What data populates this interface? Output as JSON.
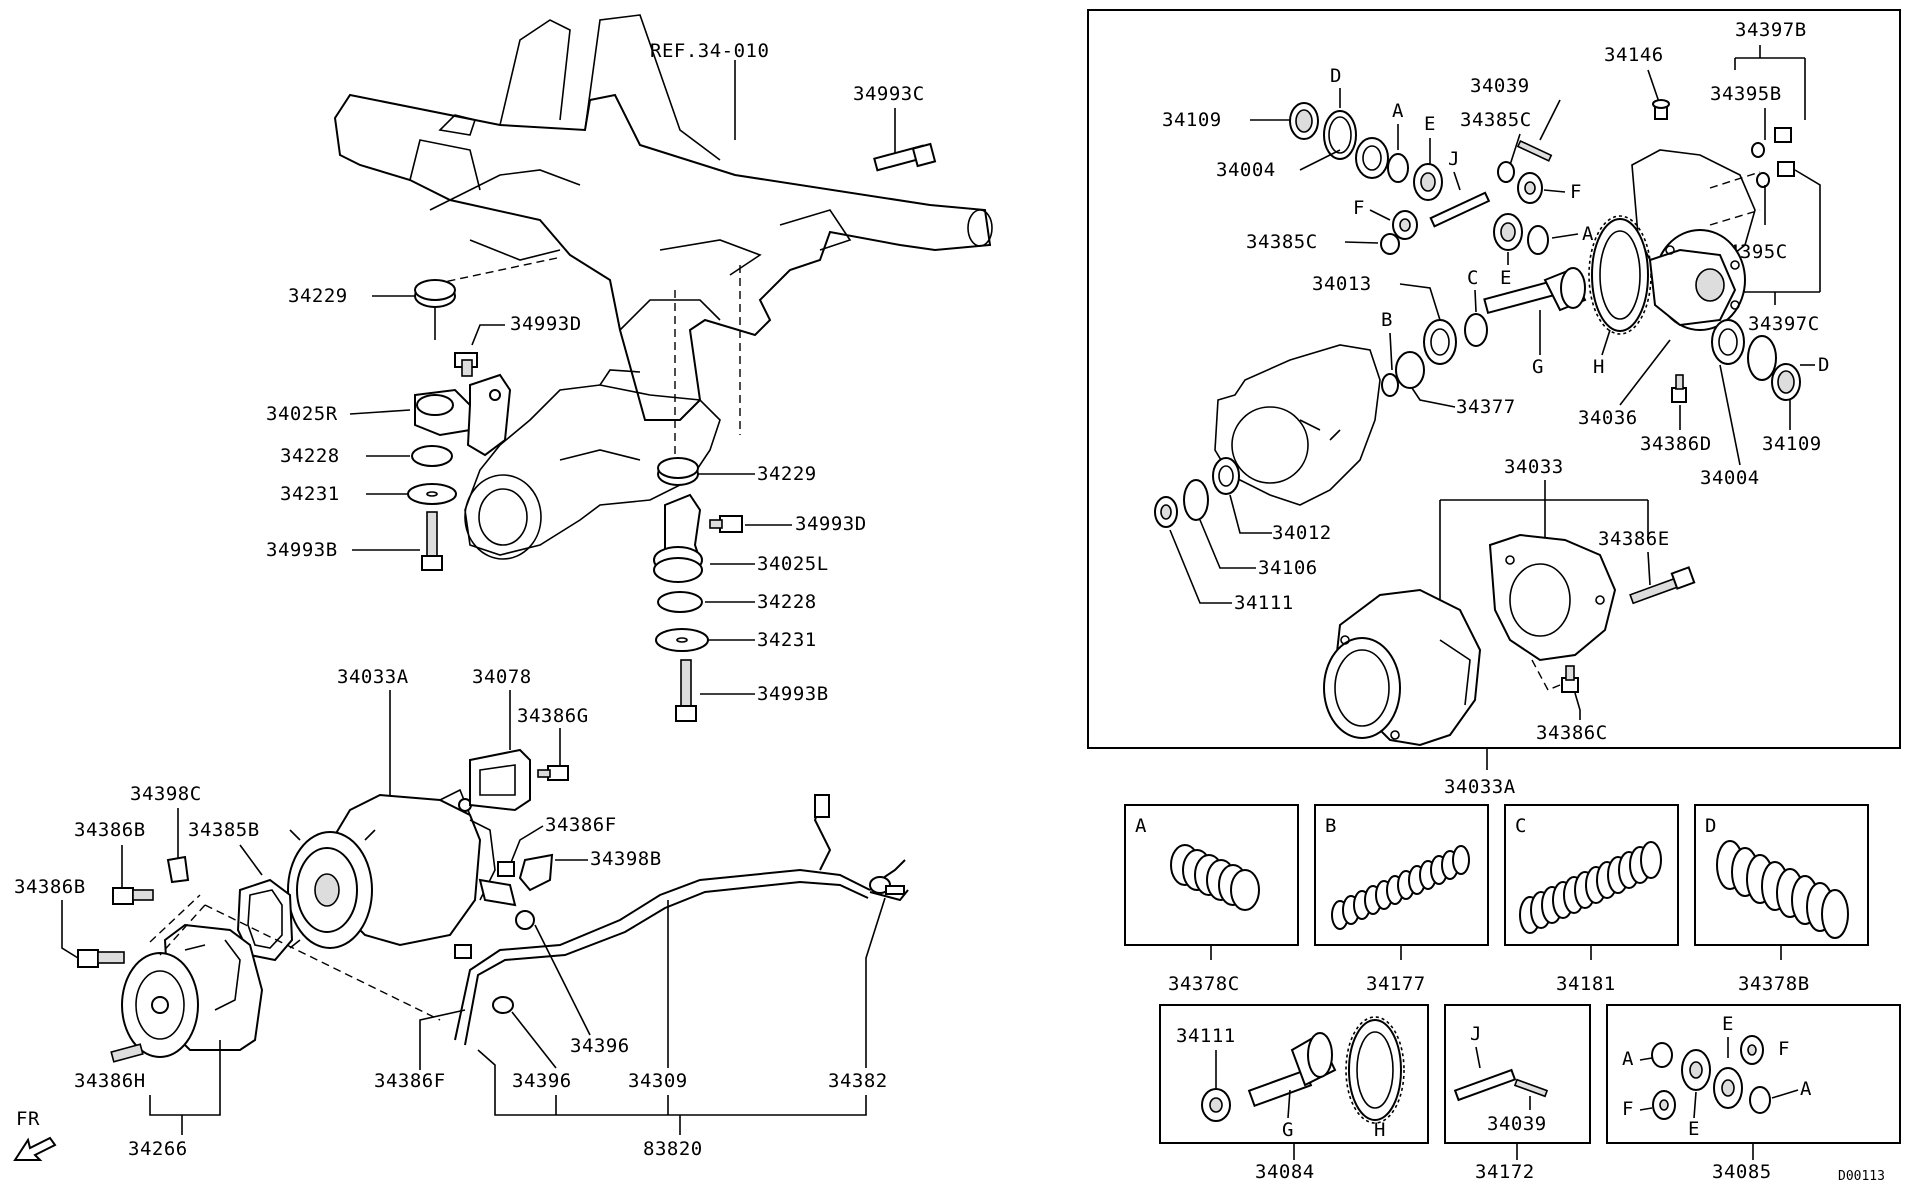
{
  "diagram_id": "D00113",
  "orientation_label": "FR",
  "left_labels": {
    "ref": "REF.34-010",
    "p34993C": "34993C",
    "p34229_a": "34229",
    "p34993D_a": "34993D",
    "p34025R": "34025R",
    "p34228_a": "34228",
    "p34231_a": "34231",
    "p34993B_a": "34993B",
    "p34229_b": "34229",
    "p34993D_b": "34993D",
    "p34025L": "34025L",
    "p34228_b": "34228",
    "p34231_b": "34231",
    "p34993B_b": "34993B",
    "p34033A": "34033A",
    "p34078": "34078",
    "p34386G": "34386G",
    "p34398C": "34398C",
    "p34385B": "34385B",
    "p34386B_a": "34386B",
    "p34386B_b": "34386B",
    "p34386F_a": "34386F",
    "p34398B": "34398B",
    "p34386H": "34386H",
    "p34266": "34266",
    "p34386F_b": "34386F",
    "p34396_a": "34396",
    "p34396_b": "34396",
    "p34309": "34309",
    "p34382": "34382",
    "p83820": "83820"
  },
  "right_labels": {
    "p34146": "34146",
    "p34397B": "34397B",
    "p34039": "34039",
    "p34395B": "34395B",
    "p34109_a": "34109",
    "p34004_a": "34004",
    "p34385C_a": "34385C",
    "p34385C_b": "34385C",
    "p34395C": "34395C",
    "p34397C": "34397C",
    "p34013": "34013",
    "p34377": "34377",
    "p34036": "34036",
    "p34386D": "34386D",
    "p34109_b": "34109",
    "p34004_b": "34004",
    "p34033": "34033",
    "p34012": "34012",
    "p34106": "34106",
    "p34111": "34111",
    "p34386E": "34386E",
    "p34386C": "34386C",
    "p34033A_bottom": "34033A",
    "letter_A": "A",
    "letter_B": "B",
    "letter_C": "C",
    "letter_D": "D",
    "letter_E": "E",
    "letter_F": "F",
    "letter_G": "G",
    "letter_H": "H",
    "letter_J": "J"
  },
  "shim_boxes": [
    {
      "letter": "A",
      "part": "34378C"
    },
    {
      "letter": "B",
      "part": "34177"
    },
    {
      "letter": "C",
      "part": "34181"
    },
    {
      "letter": "D",
      "part": "34378B"
    }
  ],
  "kit_boxes": [
    {
      "part": "34084",
      "inner_label": "34111",
      "letters": [
        "G",
        "H"
      ]
    },
    {
      "part": "34172",
      "inner_label": "34039",
      "letters": [
        "J"
      ]
    },
    {
      "part": "34085",
      "letters": [
        "A",
        "E",
        "F",
        "F",
        "E",
        "A"
      ]
    }
  ]
}
